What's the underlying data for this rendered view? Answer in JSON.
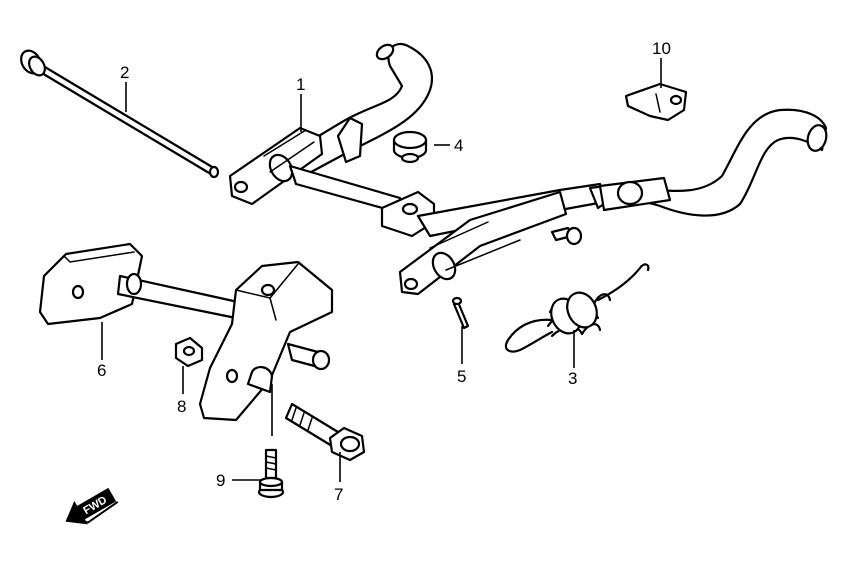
{
  "diagram": {
    "callouts": [
      {
        "id": "c1",
        "text": "1"
      },
      {
        "id": "c2",
        "text": "2"
      },
      {
        "id": "c3",
        "text": "3"
      },
      {
        "id": "c4",
        "text": "4"
      },
      {
        "id": "c5",
        "text": "5"
      },
      {
        "id": "c6",
        "text": "6"
      },
      {
        "id": "c7",
        "text": "7"
      },
      {
        "id": "c8",
        "text": "8"
      },
      {
        "id": "c9",
        "text": "9"
      },
      {
        "id": "c10",
        "text": "10"
      }
    ],
    "direction_arrow": {
      "text": "FWD"
    }
  }
}
